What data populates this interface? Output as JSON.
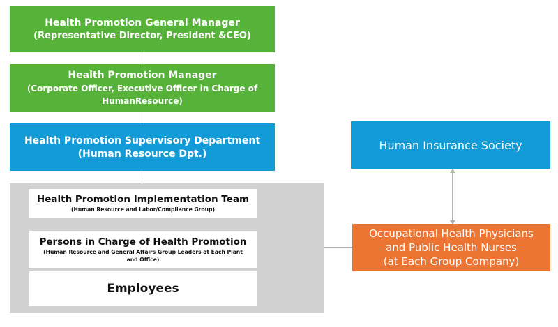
{
  "general_manager": {
    "title": "Health Promotion General Manager",
    "subtitle": "(Representative Director, President &CEO)"
  },
  "manager": {
    "title": "Health Promotion Manager",
    "subtitle_line1": "(Corporate Officer, Executive Officer in Charge of",
    "subtitle_line2": "HumanResource)"
  },
  "supervisory": {
    "title": "Health Promotion Supervisory Department",
    "subtitle": "(Human Resource Dpt.)"
  },
  "implementation_team": {
    "title": "Health Promotion Implementation Team",
    "subtitle": "(Human Resource and Labor/Compliance Group)"
  },
  "persons_in_charge": {
    "title": "Persons in Charge of Health Promotion",
    "subtitle_line1": "(Human Resource and General Affairs Group Leaders at Each Plant",
    "subtitle_line2": "and Office)"
  },
  "employees": {
    "title": "Employees"
  },
  "insurance_society": {
    "title": "Human Insurance Society"
  },
  "occupational_health": {
    "line1": "Occupational Health Physicians",
    "line2": "and Public Health Nurses",
    "line3": "(at Each Group Company)"
  },
  "colors": {
    "green": "#57b23a",
    "blue": "#129bd7",
    "orange": "#ec7533",
    "gray_panel": "#d1d1d1",
    "connector": "#b5b5b5"
  }
}
